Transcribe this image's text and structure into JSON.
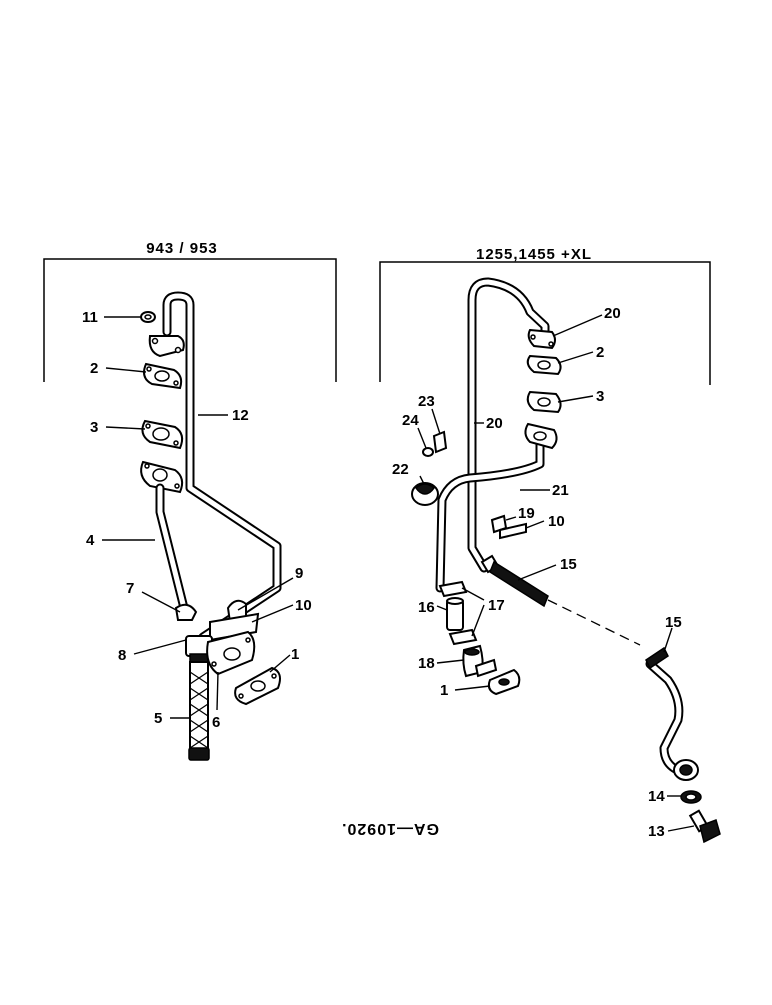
{
  "diagram": {
    "left_group": {
      "title": "943 / 953",
      "labels": {
        "n11": "11",
        "n2": "2",
        "n3": "3",
        "n12": "12",
        "n4": "4",
        "n7": "7",
        "n9": "9",
        "n10": "10",
        "n8": "8",
        "n1": "1",
        "n5": "5",
        "n6": "6"
      }
    },
    "right_group": {
      "title": "1255,1455 +XL",
      "labels": {
        "n20a": "20",
        "n2": "2",
        "n3": "3",
        "n23": "23",
        "n24": "24",
        "n20b": "20",
        "n22": "22",
        "n21": "21",
        "n19": "19",
        "n10": "10",
        "n15a": "15",
        "n16": "16",
        "n17": "17",
        "n15b": "15",
        "n18": "18",
        "n1": "1",
        "n14": "14",
        "n13": "13"
      }
    },
    "drawing_code": "GA—10920."
  }
}
